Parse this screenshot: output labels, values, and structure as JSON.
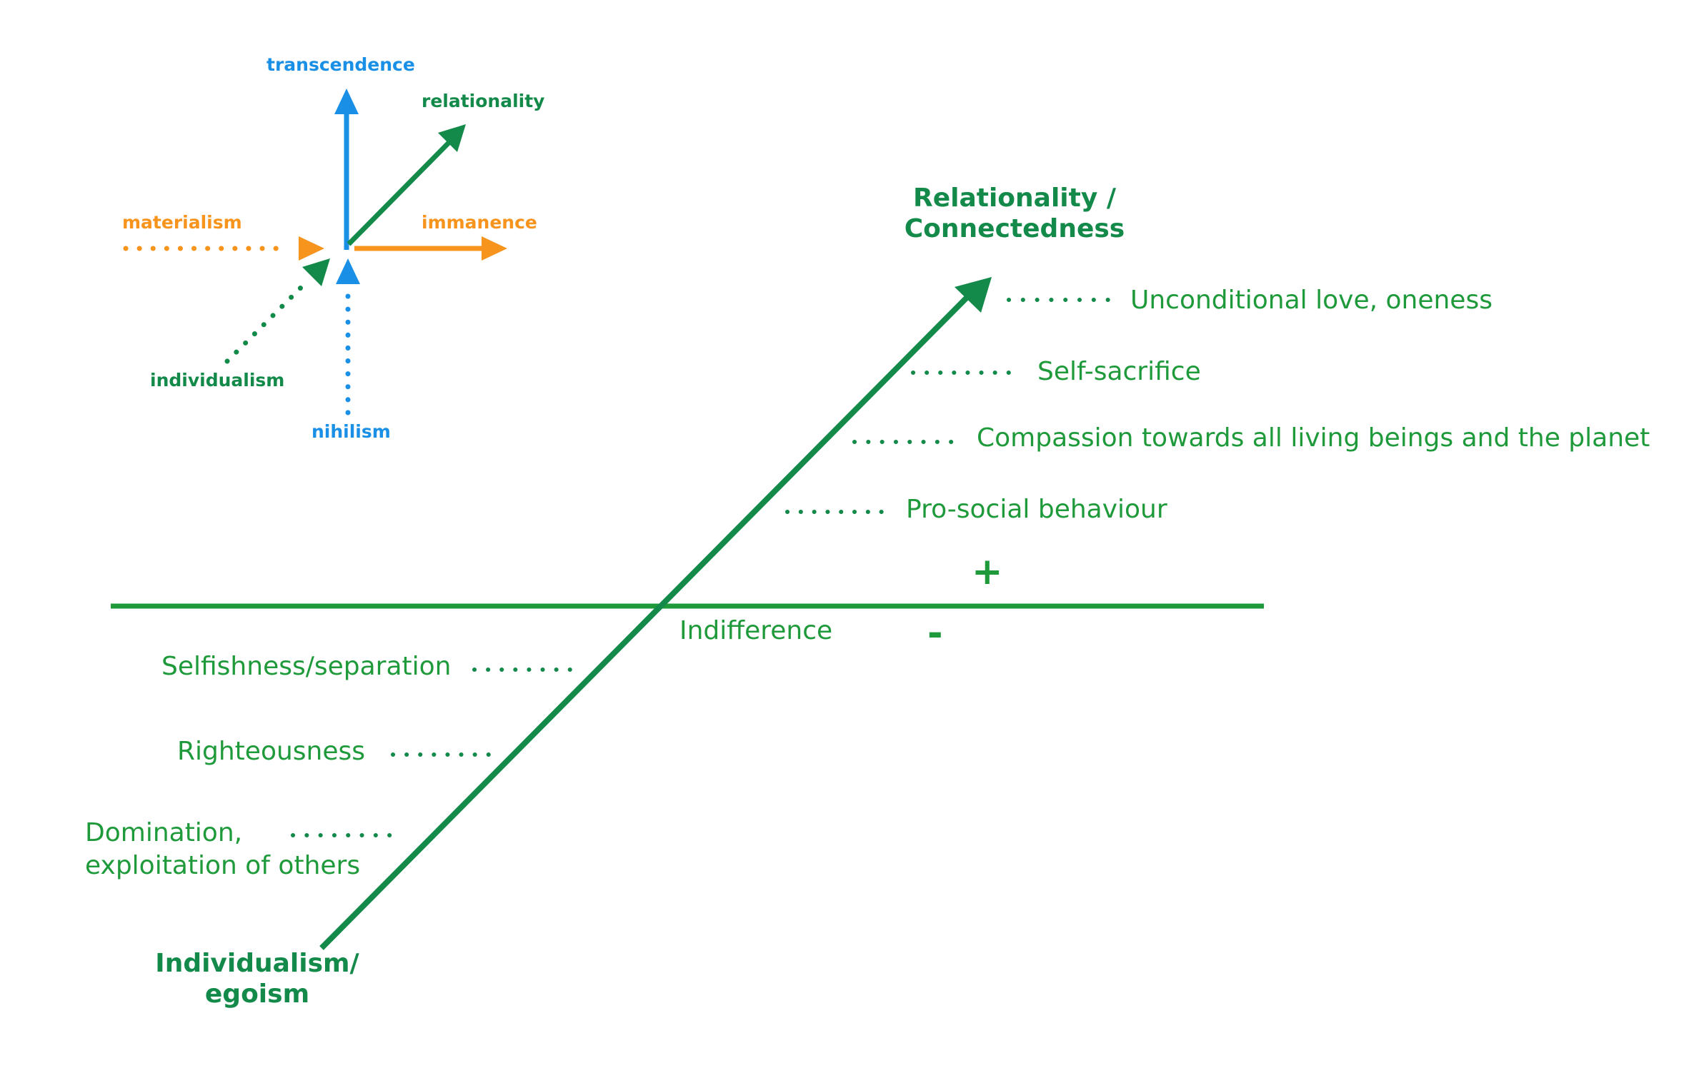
{
  "colors": {
    "blue": "#1a8fe6",
    "green": "#138a4a",
    "bright_green": "#1f9a3b",
    "orange": "#f7941d"
  },
  "compass": {
    "transcendence": "transcendence",
    "nihilism": "nihilism",
    "relationality": "relationality",
    "individualism": "individualism",
    "materialism": "materialism",
    "immanence": "immanence"
  },
  "axis": {
    "top_line1": "Relationality /",
    "top_line2": "Connectedness",
    "bottom_line1": "Individualism/",
    "bottom_line2": "egoism"
  },
  "positive_levels": [
    "Unconditional love, oneness",
    "Self-sacrifice",
    "Compassion towards all living beings and the planet",
    "Pro-social behaviour"
  ],
  "neutral": "Indifference",
  "negative_levels": [
    "Selfishness/separation",
    "Righteousness",
    "Domination,",
    "exploitation of others"
  ],
  "signs": {
    "plus": "+",
    "minus": "-"
  }
}
